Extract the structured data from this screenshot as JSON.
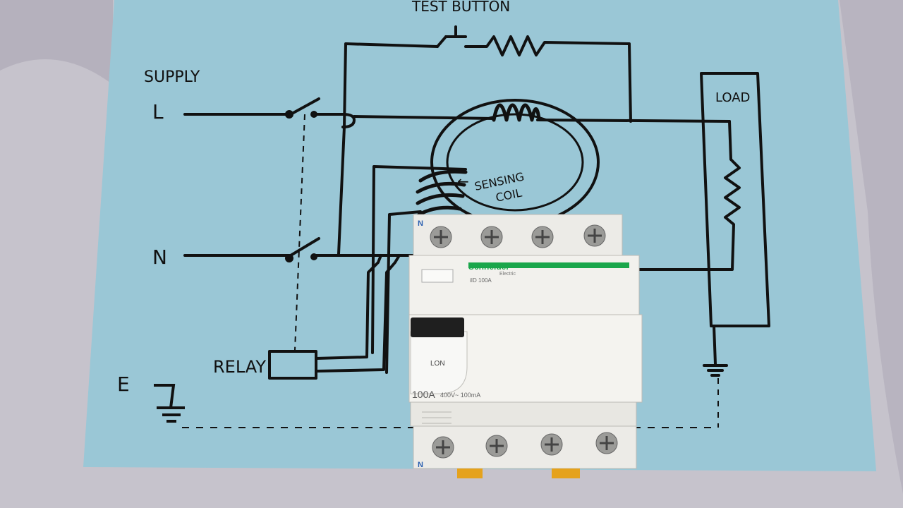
{
  "diagram": {
    "title": "TEST BUTTON",
    "supply_label": "SUPPLY",
    "line_label": "L",
    "neutral_label": "N",
    "earth_label": "E",
    "relay_label": "RELAY",
    "load_label": "LOAD",
    "sensing_coil_label_1": "SENSING",
    "sensing_coil_label_2": "COIL",
    "sensing_coil_arrow": "←"
  },
  "device": {
    "brand": "Schneider",
    "brand_sub": "Electric",
    "model": "iID  100A",
    "lever_label": "LON",
    "rating": "100A",
    "rating_detail": "400V~ 100mA",
    "top_terminal_label": "N",
    "bottom_terminal_label": "N"
  },
  "colors": {
    "paper": "#9ac7d6",
    "ink": "#111111",
    "device_body": "#ecebe7",
    "brand_green": "#1aa64b",
    "terminal_tab": "#e5a21c"
  }
}
